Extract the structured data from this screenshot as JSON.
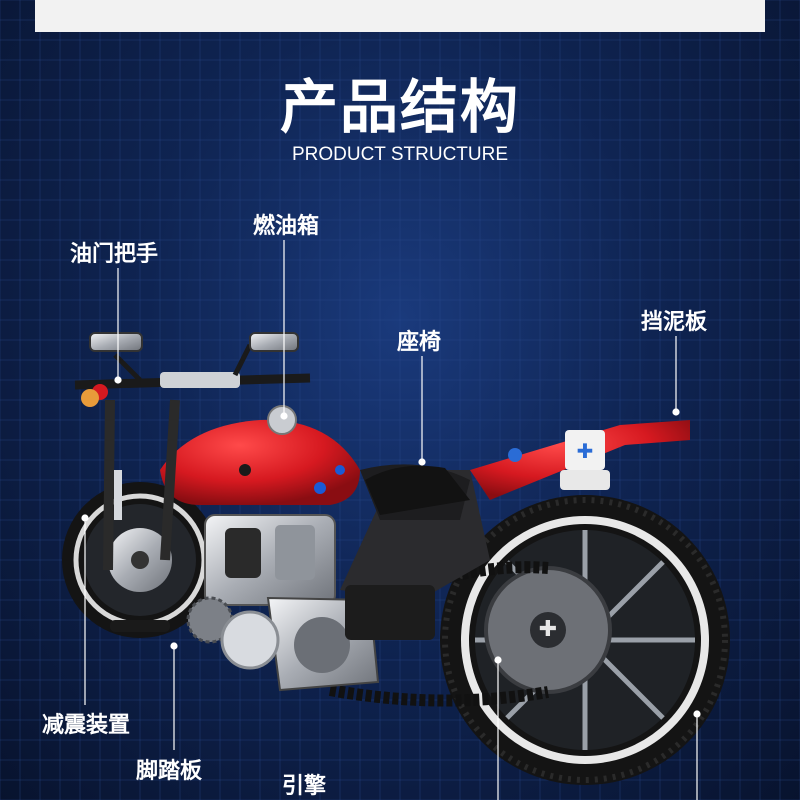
{
  "header": {
    "title_cn": "产品结构",
    "title_en": "PRODUCT STRUCTURE"
  },
  "callouts": {
    "throttle": "油门把手",
    "fuel_tank": "燃油箱",
    "seat": "座椅",
    "fender": "挡泥板",
    "shock": "减震装置",
    "footrest": "脚踏板",
    "engine": "引擎"
  },
  "colors": {
    "background": "#0f2452",
    "body_red": "#d61920",
    "frame_dark": "#1c1c1c",
    "chrome": "#c9ccd1",
    "text": "#ffffff"
  }
}
